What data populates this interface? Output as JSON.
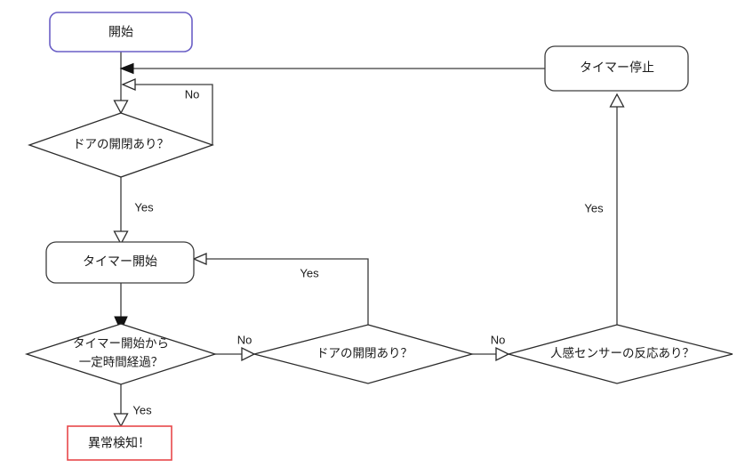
{
  "diagram": {
    "title": "",
    "colors": {
      "start_border": "#6a5fc6",
      "alert_border": "#e8484a",
      "default_stroke": "#2b2b2b",
      "text": "#1a1a1a",
      "background": "#ffffff"
    },
    "nodes": {
      "start": {
        "label": "開始",
        "shape": "rounded-rectangle"
      },
      "door_check_1": {
        "label": "ドアの開閉あり？",
        "shape": "diamond"
      },
      "timer_start": {
        "label": "タイマー開始",
        "shape": "rounded-rectangle"
      },
      "elapsed_check": {
        "label_line1": "タイマー開始から",
        "label_line2": "一定時間経過？",
        "shape": "diamond"
      },
      "alert": {
        "label": "異常検知！",
        "shape": "rectangle"
      },
      "door_check_2": {
        "label": "ドアの開閉あり？",
        "shape": "diamond"
      },
      "motion_check": {
        "label": "人感センサーの反応あり？",
        "shape": "diamond"
      },
      "timer_stop": {
        "label": "タイマー停止",
        "shape": "rounded-rectangle"
      }
    },
    "edge_labels": {
      "door1_no": "No",
      "door1_yes": "Yes",
      "elapsed_yes": "Yes",
      "elapsed_no": "No",
      "door2_yes": "Yes",
      "door2_no": "No",
      "motion_yes": "Yes"
    }
  }
}
